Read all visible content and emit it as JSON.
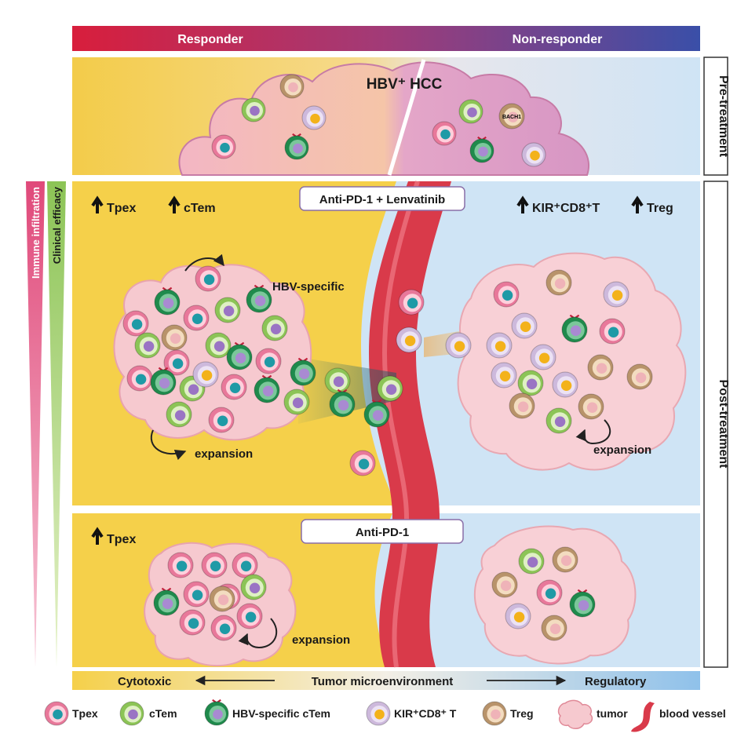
{
  "header": {
    "responder": "Responder",
    "non_responder": "Non-responder"
  },
  "pretreatment": {
    "side_label": "Pre-treatment",
    "tumor_label": "HBV⁺ HCC",
    "bach1": "BACH1"
  },
  "post_treatment": {
    "side_label": "Post-treatment",
    "combo": {
      "title": "Anti-PD-1 + Lenvatinib",
      "responder_up": [
        "Tpex",
        "cTem"
      ],
      "non_responder_up_1": "KIR⁺CD8⁺T",
      "non_responder_up_2": "Treg",
      "hbv_specific": "HBV-specific",
      "expansion_left": "expansion",
      "expansion_right": "expansion"
    },
    "mono": {
      "title": "Anti-PD-1",
      "responder_up": "Tpex",
      "expansion": "expansion"
    }
  },
  "gradients": {
    "immune_infiltration": "Immune infiltration",
    "clinical_efficacy": "Clinical efficacy"
  },
  "axis": {
    "left": "Cytotoxic",
    "middle": "Tumor microenvironment",
    "right": "Regulatory"
  },
  "legend": [
    {
      "icon": "tpex-cell-icon",
      "label": "Tpex"
    },
    {
      "icon": "ctem-cell-icon",
      "label": "cTem"
    },
    {
      "icon": "hbv-specific-ctem-cell-icon",
      "label": "HBV-specific cTem"
    },
    {
      "icon": "kir-cd8-t-cell-icon",
      "label": "KIR⁺CD8⁺ T"
    },
    {
      "icon": "treg-cell-icon",
      "label": "Treg"
    },
    {
      "icon": "tumor-icon",
      "label": "tumor"
    },
    {
      "icon": "blood-vessel-icon",
      "label": "blood vessel"
    }
  ],
  "colors": {
    "responder_bg": "#f5d04a",
    "non_responder_bg": "#cfe4f5",
    "tpex": "#e8789a",
    "ctem": "#8cc456",
    "hbv_ctem": "#1f8a4c",
    "kir": "#cdb9dc",
    "treg": "#b8936a",
    "vessel": "#d93a4a"
  }
}
